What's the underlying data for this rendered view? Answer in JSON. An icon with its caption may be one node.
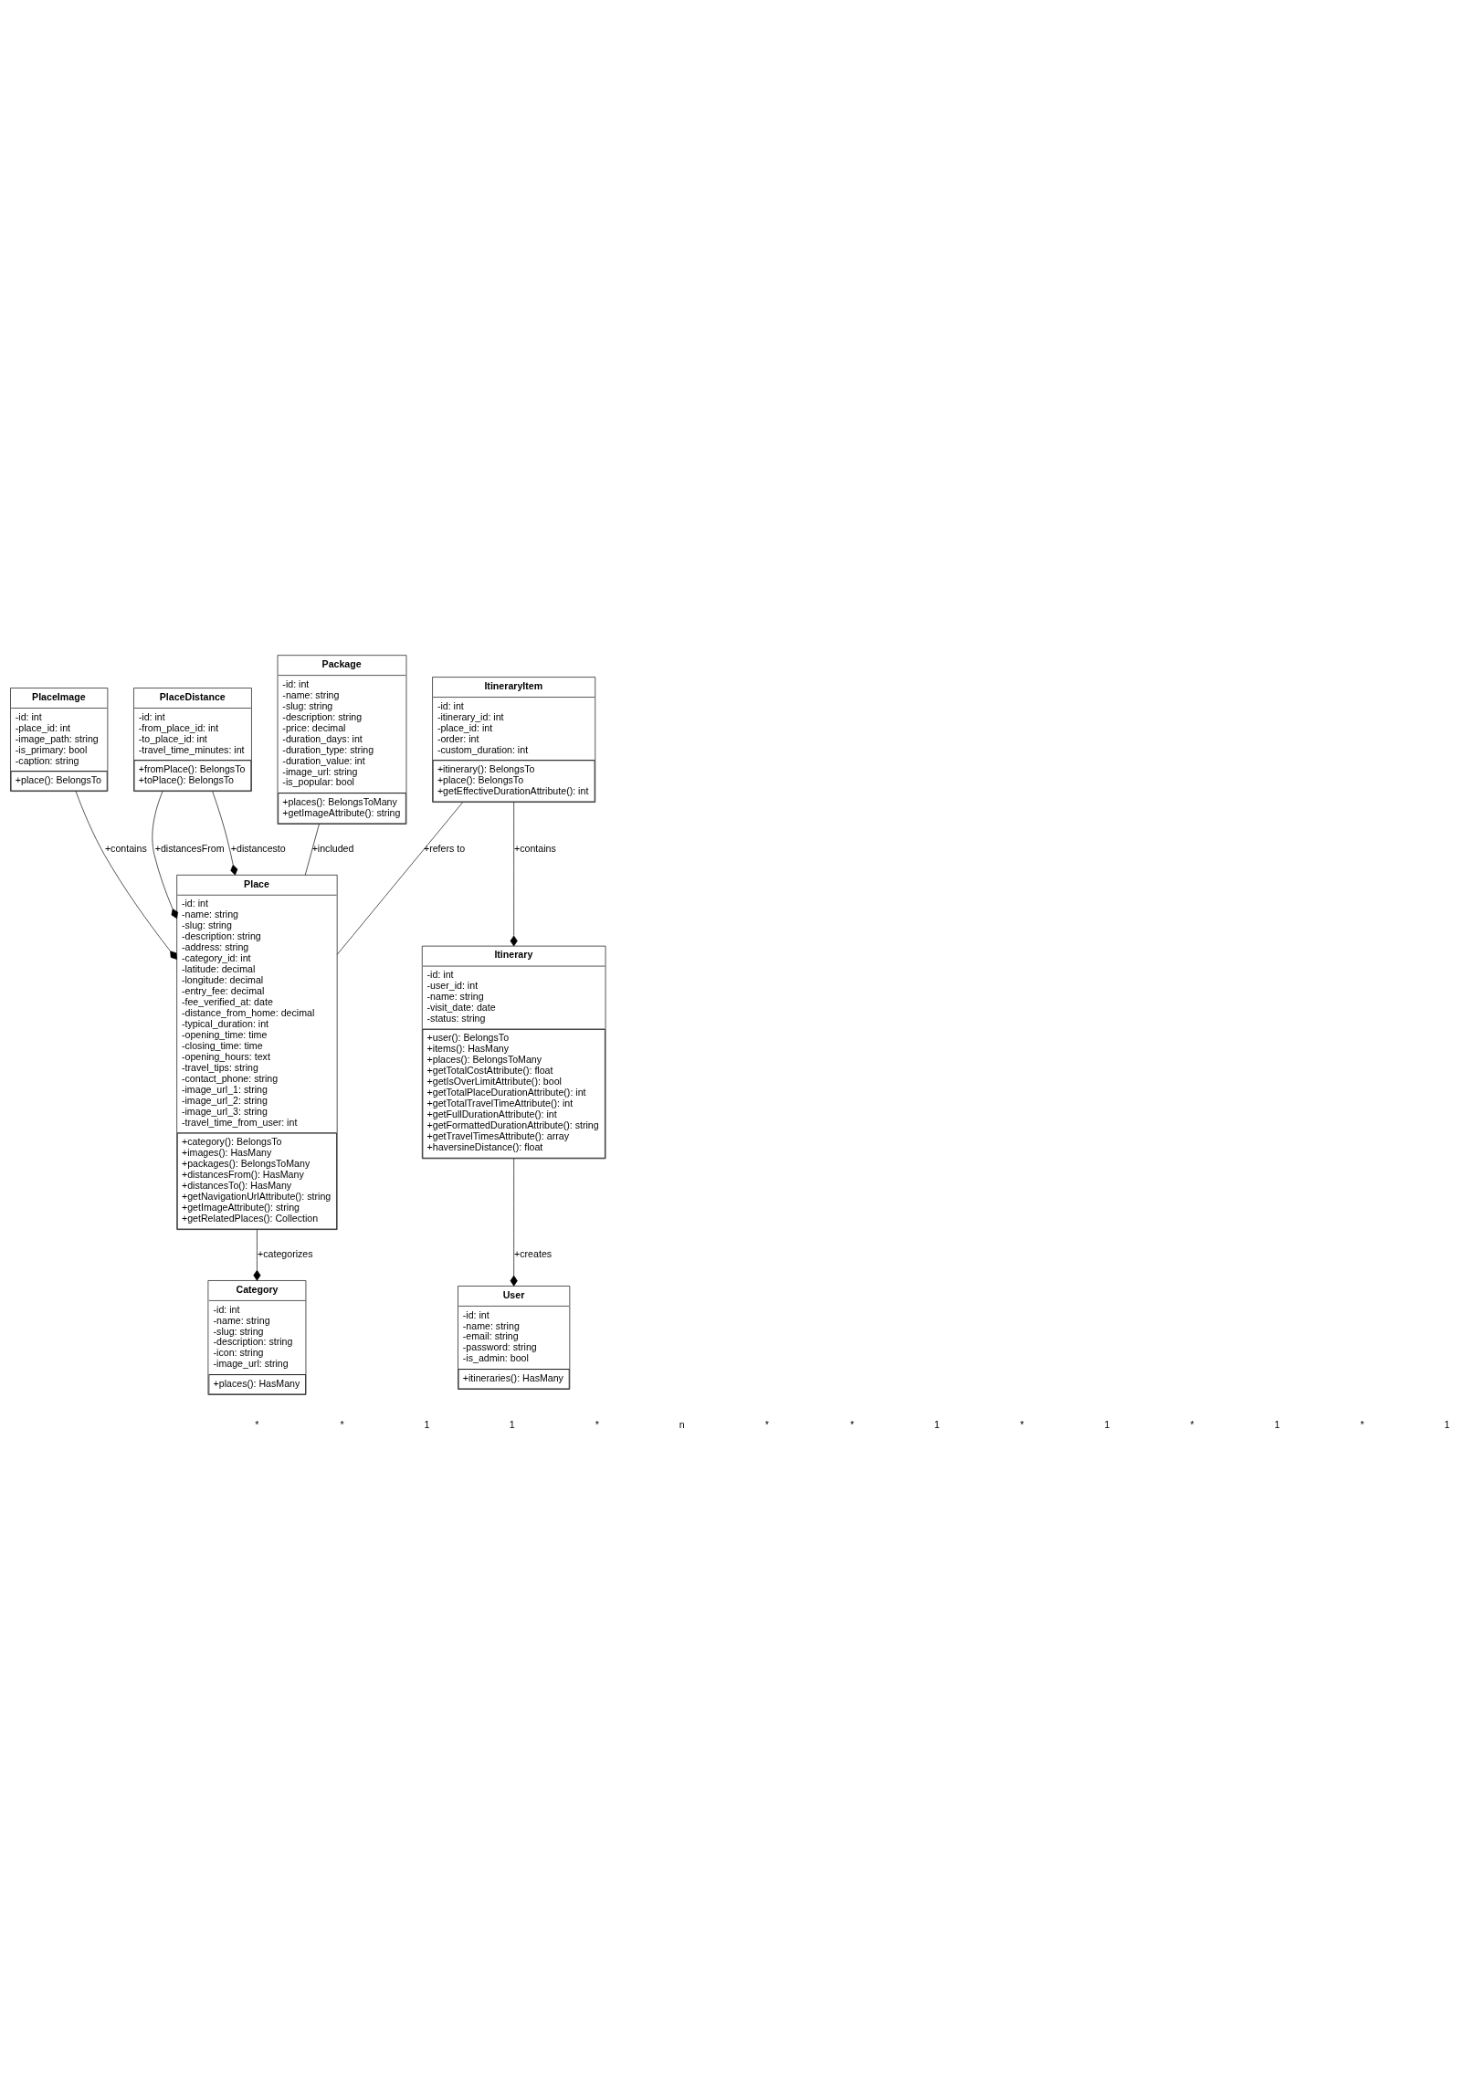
{
  "diagram": {
    "nodes": [
      {
        "text": [
          "PlaceImage",
          "-id: int",
          "-place_id: int",
          "-image_path: string",
          "-is_primary: bool",
          "-caption: string",
          "+place(): BelongsTo"
        ]
      },
      {
        "text": [
          "PlaceDistance",
          "-id: int",
          "-from_place_id: int",
          "-to_place_id: int",
          "-travel_time_minutes: int",
          "+fromPlace(): BelongsTo",
          "+toPlace(): BelongsTo"
        ]
      },
      {
        "text": [
          "Package",
          "-id: int",
          "-name: string",
          "-slug: string",
          "-description: string",
          "-price: decimal",
          "-duration_days: int",
          "-duration_type: string",
          "-duration_value: int",
          "-image_url: string",
          "-is_popular: bool",
          "+places(): BelongsToMany",
          "+getImageAttribute(): string"
        ]
      },
      {
        "text": [
          "Place",
          "-id: int",
          "-name: string",
          "-slug: string",
          "-description: string",
          "-address: string",
          "-category_id: int",
          "-latitude: decimal",
          "-longitude: decimal",
          "-entry_fee: decimal",
          "-fee_verified_at: date",
          "-distance_from_home: decimal",
          "-typical_duration: int",
          "-opening_time: time",
          "-closing_time: time",
          "-opening_hours: text",
          "-travel_tips: string",
          "-contact_phone: string",
          "-image_url_1: string",
          "-image_url_2: string",
          "-image_url_3: string",
          "-travel_time_from_user: int",
          "+category(): BelongsTo",
          "+images(): HasMany",
          "+packages(): BelongsToMany",
          "+distancesFrom(): HasMany",
          "+distancesTo(): HasMany",
          "+getNavigationUrlAttribute(): string",
          "+getImageAttribute(): string",
          "+getRelatedPlaces(): Collection"
        ]
      },
      {
        "text": [
          "ItineraryItem",
          "-id: int",
          "-itinerary_id: int",
          "-place_id: int",
          "-order: int",
          "-custom_duration: int",
          "+itinerary(): BelongsTo",
          "+place(): BelongsTo",
          "+getEffectiveDurationAttribute(): int"
        ]
      },
      {
        "text": [
          "Itinerary",
          "-id: int",
          "-user_id: int",
          "-name: string",
          "-visit_date: date",
          "-status: string",
          "+user(): BelongsTo",
          "+items(): HasMany",
          "+places(): BelongsToMany",
          "+getTotalCostAttribute(): float",
          "+getIsOverLimitAttribute(): bool",
          "+getTotalPlaceDurationAttribute(): int",
          "+getTotalTravelTimeAttribute(): int",
          "+getFullDurationAttribute(): int",
          "+getFormattedDurationAttribute(): string",
          "+getTravelTimesAttribute(): array",
          "+haversineDistance(): float"
        ]
      },
      {
        "text": [
          "Category",
          "-id: int",
          "-name: string",
          "-slug: string",
          "-description: string",
          "-icon: string",
          "-image_url: string",
          "+places(): HasMany"
        ]
      },
      {
        "text": [
          "User",
          "-id: int",
          "-name: string",
          "-email: string",
          "-password: string",
          "-is_admin: bool",
          "+itineraries(): HasMany"
        ]
      }
    ],
    "edges": [
      {
        "from": 0,
        "to": 3,
        "arrow": "other",
        "label": "+contains"
      },
      {
        "from": 1,
        "to": 3,
        "arrow": "other",
        "label": "+distancesFrom"
      },
      {
        "from": 1,
        "to": 3,
        "arrow": "other",
        "label": "+distancesto"
      },
      {
        "from": 2,
        "to": 3,
        "arrow": "none",
        "label": "+included"
      },
      {
        "from": 4,
        "to": 3,
        "arrow": "none",
        "label": "+refers to"
      },
      {
        "from": 4,
        "to": 5,
        "arrow": "other",
        "label": "+contains"
      },
      {
        "from": 3,
        "to": 6,
        "arrow": "other",
        "label": "+categorizes"
      },
      {
        "from": 5,
        "to": 7,
        "arrow": "other",
        "label": "+creates"
      }
    ],
    "labels": [
      "*",
      "*",
      "1",
      "1",
      "*",
      "n",
      "*",
      "*",
      "1",
      "*",
      "1",
      "*",
      "1",
      "*",
      "1"
    ]
  }
}
